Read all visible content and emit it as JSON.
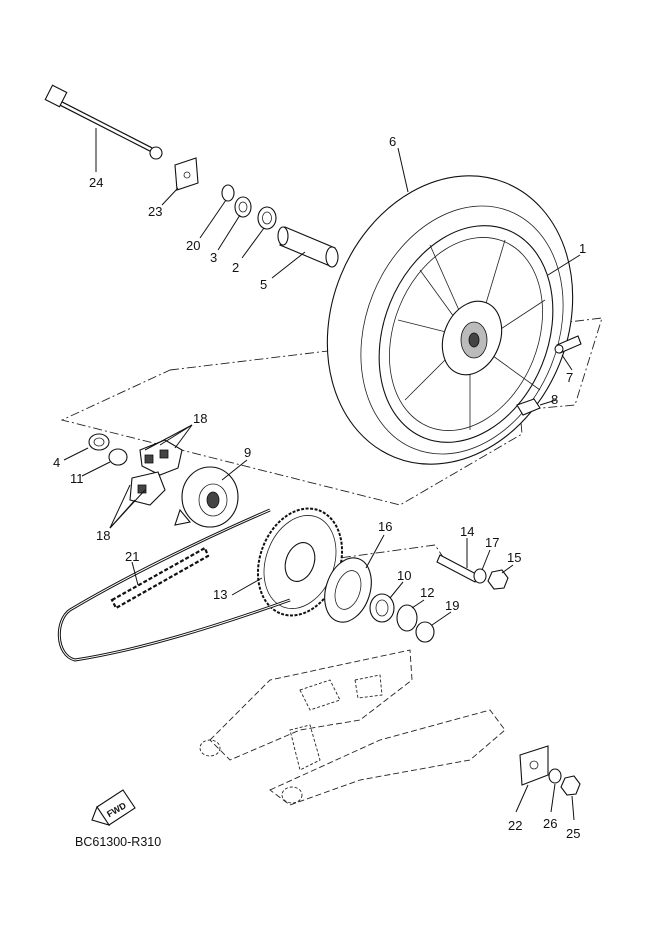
{
  "diagram_code": "BC61300-R310",
  "fwd_label": "FWD",
  "callouts": {
    "c1": "1",
    "c2": "2",
    "c3": "3",
    "c4": "4",
    "c5": "5",
    "c6": "6",
    "c7": "7",
    "c8": "8",
    "c9": "9",
    "c10": "10",
    "c11": "11",
    "c12": "12",
    "c13": "13",
    "c14": "14",
    "c15": "15",
    "c16": "16",
    "c17": "17",
    "c18a": "18",
    "c18b": "18",
    "c19": "19",
    "c20": "20",
    "c21": "21",
    "c22": "22",
    "c23": "23",
    "c24": "24",
    "c25": "25",
    "c26": "26"
  }
}
